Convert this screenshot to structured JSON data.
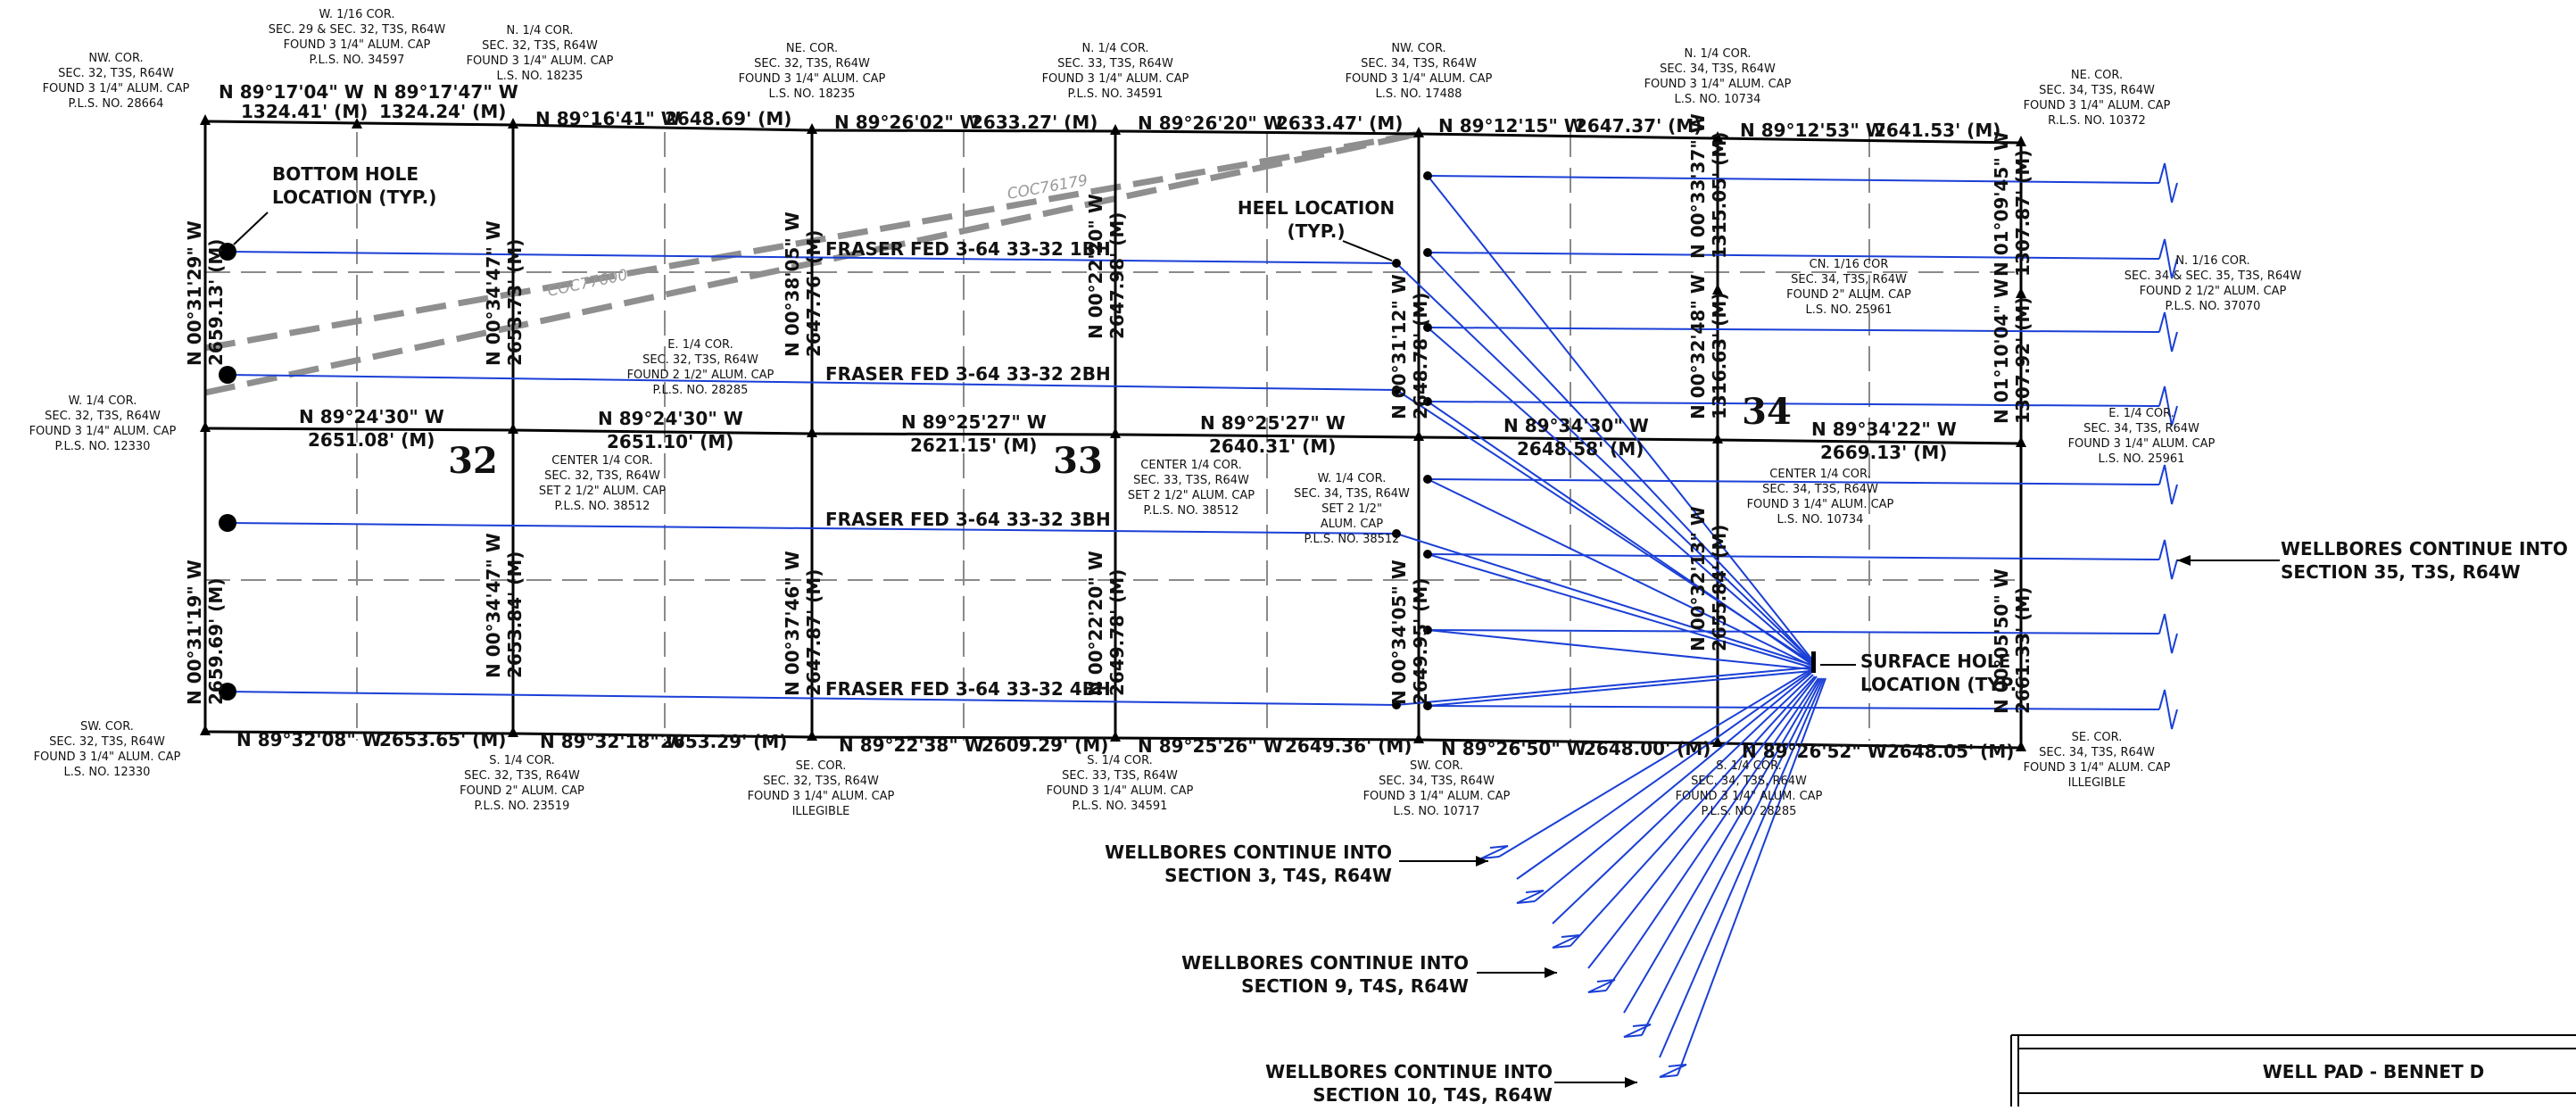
{
  "sections": [
    "32",
    "33",
    "34"
  ],
  "title": "WELL PAD - BENNET D",
  "lease_labels": [
    "COC76179",
    "COC77600"
  ],
  "well_names": [
    "FRASER FED 3-64 33-32 1BH",
    "FRASER FED 3-64 33-32 2BH",
    "FRASER FED 3-64 33-32 3BH",
    "FRASER FED 3-64 33-32 4BH"
  ],
  "callouts": {
    "bottom_hole": [
      "BOTTOM HOLE",
      "LOCATION (TYP.)"
    ],
    "heel": [
      "HEEL LOCATION",
      "(TYP.)"
    ],
    "surface_hole": [
      "SURFACE HOLE",
      "LOCATION (TYP.)"
    ]
  },
  "continuations": {
    "sec35": [
      "WELLBORES CONTINUE INTO",
      "SECTION 35, T3S, R64W"
    ],
    "sec3": [
      "WELLBORES CONTINUE INTO",
      "SECTION 3, T4S, R64W"
    ],
    "sec9": [
      "WELLBORES CONTINUE INTO",
      "SECTION 9, T4S, R64W"
    ],
    "sec10": [
      "WELLBORES CONTINUE INTO",
      "SECTION 10, T4S, R64W"
    ]
  },
  "corners": {
    "nw32": [
      "NW. COR.",
      "SEC. 32, T3S, R64W",
      "FOUND 3 1/4\" ALUM. CAP",
      "P.L.S. NO. 28664"
    ],
    "w16_32": [
      "W. 1/16 COR.",
      "SEC. 29 & SEC. 32, T3S, R64W",
      "FOUND 3 1/4\" ALUM. CAP",
      "P.L.S. NO. 34597"
    ],
    "n14_32": [
      "N. 1/4 COR.",
      "SEC. 32, T3S, R64W",
      "FOUND 3 1/4\" ALUM. CAP",
      "L.S. NO. 18235"
    ],
    "ne32": [
      "NE. COR.",
      "SEC. 32, T3S, R64W",
      "FOUND 3 1/4\" ALUM. CAP",
      "L.S. NO. 18235"
    ],
    "n14_33": [
      "N. 1/4 COR.",
      "SEC. 33, T3S, R64W",
      "FOUND 3 1/4\" ALUM. CAP",
      "P.L.S. NO. 34591"
    ],
    "nw34": [
      "NW. COR.",
      "SEC. 34, T3S, R64W",
      "FOUND 3 1/4\" ALUM. CAP",
      "L.S. NO. 17488"
    ],
    "n14_34": [
      "N. 1/4 COR.",
      "SEC. 34, T3S, R64W",
      "FOUND 3 1/4\" ALUM. CAP",
      "L.S. NO. 10734"
    ],
    "ne34": [
      "NE. COR.",
      "SEC. 34, T3S, R64W",
      "FOUND 3 1/4\" ALUM. CAP",
      "R.L.S. NO. 10372"
    ],
    "n116_34": [
      "N. 1/16 COR.",
      "SEC. 34 & SEC. 35, T3S, R64W",
      "FOUND 2 1/2\" ALUM. CAP",
      "P.L.S. NO. 37070"
    ],
    "cn116_34": [
      "CN. 1/16 COR",
      "SEC. 34, T3S, R64W",
      "FOUND 2\" ALUM. CAP",
      "L.S. NO. 25961"
    ],
    "w14_32": [
      "W. 1/4 COR.",
      "SEC. 32, T3S, R64W",
      "FOUND 3 1/4\" ALUM. CAP",
      "P.L.S. NO. 12330"
    ],
    "e14_32": [
      "E. 1/4 COR.",
      "SEC. 32, T3S, R64W",
      "FOUND 2 1/2\" ALUM. CAP",
      "P.L.S. NO. 28285"
    ],
    "c14_32": [
      "CENTER 1/4 COR.",
      "SEC. 32, T3S, R64W",
      "SET 2 1/2\" ALUM. CAP",
      "P.L.S. NO. 38512"
    ],
    "c14_33": [
      "CENTER 1/4 COR.",
      "SEC. 33, T3S, R64W",
      "SET 2 1/2\" ALUM. CAP",
      "P.L.S. NO. 38512"
    ],
    "w14_34": [
      "W. 1/4 COR.",
      "SEC. 34, T3S, R64W",
      "SET 2 1/2\"",
      "ALUM. CAP",
      "P.L.S. NO. 38512"
    ],
    "c14_34": [
      "CENTER 1/4 COR.",
      "SEC. 34, T3S, R64W",
      "FOUND 3 1/4\" ALUM. CAP",
      "L.S. NO. 10734"
    ],
    "e14_34": [
      "E. 1/4 COR.",
      "SEC. 34, T3S, R64W",
      "FOUND 3 1/4\" ALUM. CAP",
      "L.S. NO. 25961"
    ],
    "sw32": [
      "SW. COR.",
      "SEC. 32, T3S, R64W",
      "FOUND 3 1/4\" ALUM. CAP",
      "L.S. NO. 12330"
    ],
    "s14_32": [
      "S. 1/4 COR.",
      "SEC. 32, T3S, R64W",
      "FOUND 2\" ALUM. CAP",
      "P.L.S. NO. 23519"
    ],
    "se32": [
      "SE. COR.",
      "SEC. 32, T3S, R64W",
      "FOUND 3 1/4\" ALUM. CAP",
      "ILLEGIBLE"
    ],
    "s14_33": [
      "S. 1/4 COR.",
      "SEC. 33, T3S, R64W",
      "FOUND 3 1/4\" ALUM. CAP",
      "P.L.S. NO. 34591"
    ],
    "sw34": [
      "SW. COR.",
      "SEC. 34, T3S, R64W",
      "FOUND 3 1/4\" ALUM. CAP",
      "L.S. NO. 10717"
    ],
    "s14_34": [
      "S. 1/4 COR.",
      "SEC. 34, T3S, R64W",
      "FOUND 3 1/4\" ALUM. CAP",
      "P.L.S. NO. 28285"
    ],
    "se34": [
      "SE. COR.",
      "SEC. 34, T3S, R64W",
      "FOUND 3 1/4\" ALUM. CAP",
      "ILLEGIBLE"
    ]
  },
  "bearings": {
    "top": [
      "N 89°17'04\" W",
      "1324.41' (M)",
      "N 89°17'47\" W",
      "1324.24' (M)",
      "N 89°16'41\" W",
      "2648.69' (M)",
      "N 89°26'02\" W",
      "2633.27' (M)",
      "N 89°26'20\" W",
      "2633.47' (M)",
      "N 89°12'15\" W",
      "2647.37' (M)",
      "N 89°12'53\" W",
      "2641.53' (M)"
    ],
    "mid": [
      "N 89°24'30\" W",
      "2651.08' (M)",
      "N 89°24'30\" W",
      "2651.10' (M)",
      "N 89°25'27\" W",
      "2621.15' (M)",
      "N 89°25'27\" W",
      "2640.31' (M)",
      "N 89°34'30\" W",
      "2648.58' (M)",
      "N 89°34'22\" W",
      "2669.13' (M)"
    ],
    "bottom": [
      "N 89°32'08\" W",
      "2653.65' (M)",
      "N 89°32'18\" W",
      "2653.29' (M)",
      "N 89°22'38\" W",
      "2609.29' (M)",
      "N 89°25'26\" W",
      "2649.36' (M)",
      "N 89°26'50\" W",
      "2648.00' (M)",
      "N 89°26'52\" W",
      "2648.05' (M)"
    ],
    "verticals": {
      "x230_top": [
        "N 00°31'29\" W",
        "2659.13' (M)"
      ],
      "x230_bot": [
        "N 00°31'19\" W",
        "2659.69' (M)"
      ],
      "x575_top": [
        "N 00°34'47\" W",
        "2653.73' (M)"
      ],
      "x575_bot": [
        "N 00°34'47\" W",
        "2653.84' (M)"
      ],
      "x910_top": [
        "N 00°38'05\" W",
        "2647.76' (M)"
      ],
      "x910_bot": [
        "N 00°37'46\" W",
        "2647.87' (M)"
      ],
      "x1250_top": [
        "N 00°22'20\" W",
        "2647.98' (M)"
      ],
      "x1250_bot": [
        "N 00°22'20\" W",
        "2649.78' (M)"
      ],
      "x1590_top": [
        "N 00°31'12\" W",
        "2648.78' (M)"
      ],
      "x1590_bot": [
        "N 00°34'05\" W",
        "2649.95' (M)"
      ],
      "x1925_a": [
        "N 00°33'37\" W",
        "1315.05' (M)"
      ],
      "x1925_b": [
        "N 00°32'48\" W",
        "1316.63' (M)"
      ],
      "x1925_c": [
        "N 00°32'13\" W",
        "2655.84' (M)"
      ],
      "x2265_a": [
        "N 01°09'45\" W",
        "1307.87' (M)"
      ],
      "x2265_b": [
        "N 01°10'04\" W",
        "1307.92' (M)"
      ],
      "x2265_c": [
        "N 00°05'50\" W",
        "2661.33' (M)"
      ]
    }
  },
  "colors": {
    "wellbore": "#1a3fd6",
    "line": "#000000",
    "dashed": "#8a8a8a",
    "lease": "#999999"
  }
}
